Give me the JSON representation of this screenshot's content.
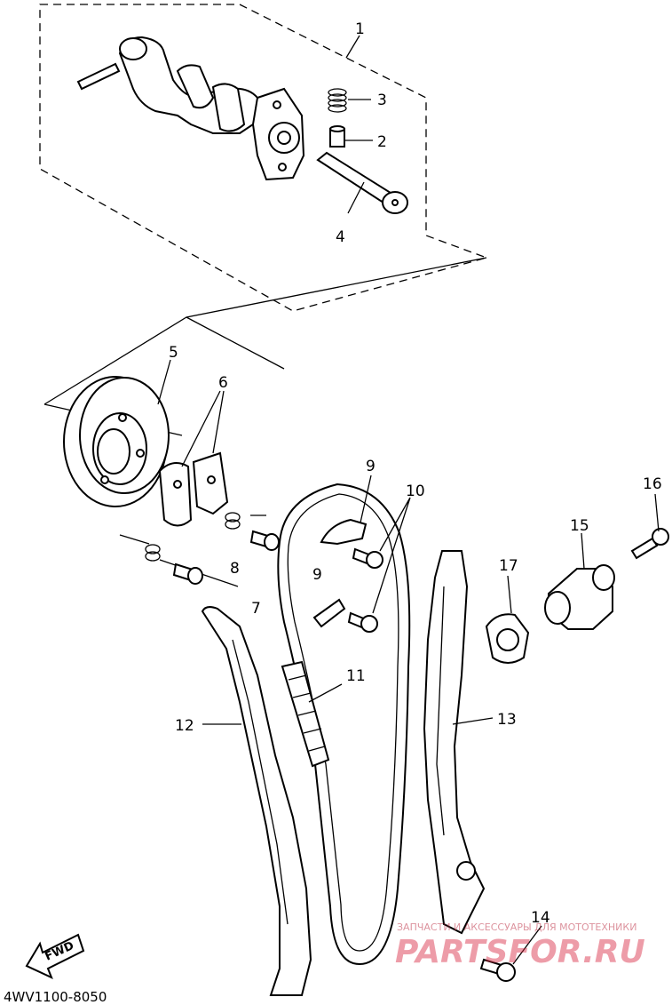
{
  "callouts": {
    "c1": "1",
    "c2": "2",
    "c3": "3",
    "c4": "4",
    "c5": "5",
    "c6": "6",
    "c7": "7",
    "c8": "8",
    "c9a": "9",
    "c9b": "9",
    "c10": "10",
    "c11": "11",
    "c12": "12",
    "c13": "13",
    "c14": "14",
    "c15": "15",
    "c16": "16",
    "c17": "17"
  },
  "diagram_code": "4WV1100-8050",
  "fwd_label": "FWD",
  "watermark": {
    "tagline": "ЗАПЧАСТИ И АКСЕССУАРЫ ДЛЯ МОТОТЕХНИКИ",
    "brand": "PARTSFOR.RU"
  },
  "colors": {
    "line": "#000000",
    "watermark": "#d9263f"
  }
}
